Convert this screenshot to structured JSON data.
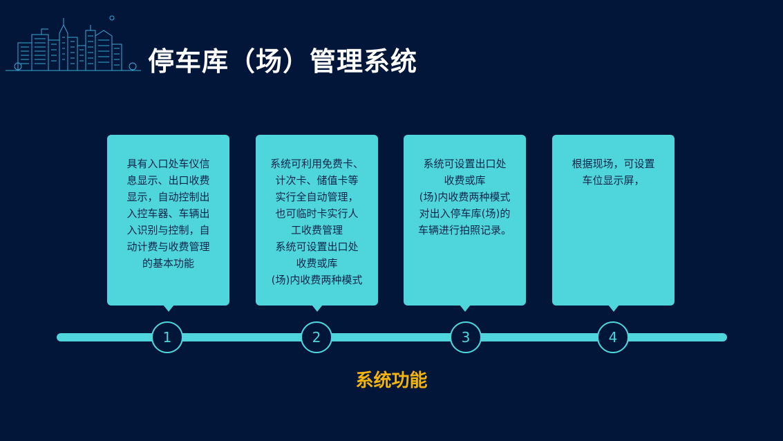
{
  "title": "停车库（场）管理系统",
  "cards": [
    {
      "number": "1",
      "text": "具有入口处车仪信\n息显示、出口收费\n显示，自动控制出\n入控车器、车辆出\n入识别与控制，自\n动计费与收费管理\n的基本功能"
    },
    {
      "number": "2",
      "text": "系统可利用免费卡、\n计次卡、储值卡等\n实行全自动管理，\n也可临时卡实行人\n工收费管理\n系统可设置出口处\n收费或库\n(场)内收费两种模式"
    },
    {
      "number": "3",
      "text": "系统可设置出口处\n收费或库\n(场)内收费两种模式\n对出入停车库(场)的\n车辆进行拍照记录。"
    },
    {
      "number": "4",
      "text": "根据现场，可设置\n车位显示屏，"
    }
  ],
  "caption": "系统功能",
  "colors": {
    "background": "#02163a",
    "accent": "#4fd6dc",
    "caption": "#f4b40e",
    "card_text": "#0b2548"
  }
}
